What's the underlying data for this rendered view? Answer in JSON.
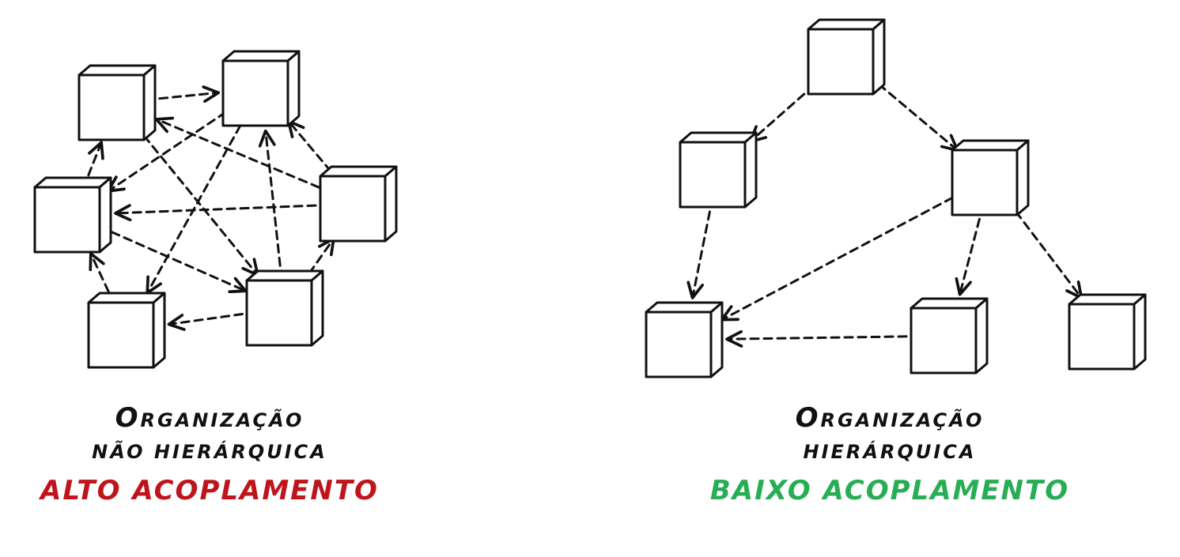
{
  "colors": {
    "ink": "#111111",
    "high_coupling": "#c0141c",
    "low_coupling": "#27ae55",
    "cube_face": "#ffffff"
  },
  "left": {
    "title_initial": "O",
    "title_rest": "RGANIZAÇÃO",
    "subtitle": "NÃO HIERÁRQUICA",
    "verdict": "ALTO ACOPLAMENTO"
  },
  "right": {
    "title_initial": "O",
    "title_rest": "RGANIZAÇÃO",
    "subtitle": "HIERÁRQUICA",
    "verdict": "BAIXO ACOPLAMENTO"
  }
}
